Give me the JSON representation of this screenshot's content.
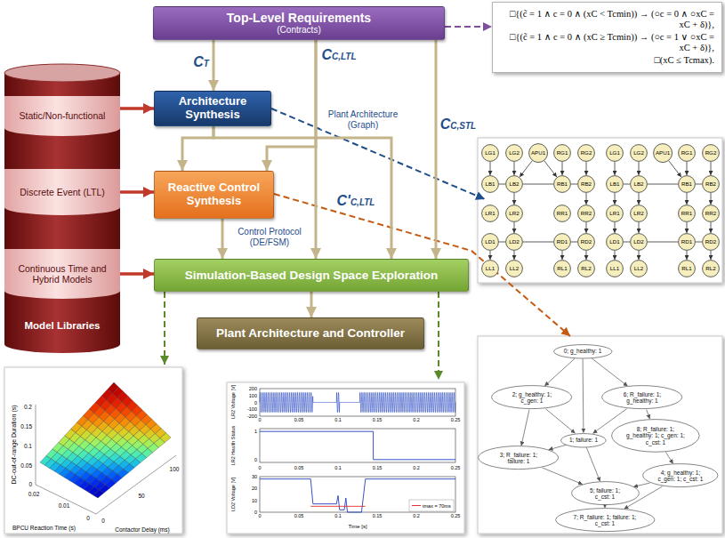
{
  "diagram": {
    "nodes": [
      {
        "text": [
          "Top-Level Requirements",
          "(Contracts)"
        ]
      },
      {
        "text": [
          "Architecture Synthesis"
        ]
      },
      {
        "text": [
          "Reactive Control Synthesis"
        ]
      },
      {
        "text": [
          "Simulation-Based Design Space Exploration"
        ]
      },
      {
        "text": [
          "Plant Architecture and Controller"
        ]
      },
      {
        "text": [
          "Static/Non-functional"
        ]
      },
      {
        "text": [
          "Discrete Event (LTL)"
        ]
      },
      {
        "text": [
          "Continuous Time and Hybrid Models"
        ]
      },
      {
        "text": [
          "Model Libraries"
        ]
      },
      {
        "text": [
          "□{(c̃ = 1 ∧ c = 0 ∧ (xC < Tcmin)) → (○c = 0 ∧ ○xC = xC + δ)},",
          "□{(c̃ = 1 ∧ c = 0 ∧ (xC ≥ Tcmin)) → (○c = 1 ∨ ○xC = xC + δ)},",
          "□(xC ≤ Tcmax)."
        ]
      },
      {
        "text": [
          "LG1"
        ]
      },
      {
        "text": [
          "LG2"
        ]
      },
      {
        "text": [
          "APU1"
        ]
      },
      {
        "text": [
          "RG1"
        ]
      },
      {
        "text": [
          "RG2"
        ]
      },
      {
        "text": [
          "LB1"
        ]
      },
      {
        "text": [
          "LB2"
        ]
      },
      {
        "text": [
          "RB1"
        ]
      },
      {
        "text": [
          "RB2"
        ]
      },
      {
        "text": [
          "LR1"
        ]
      },
      {
        "text": [
          "LR2"
        ]
      },
      {
        "text": [
          "RR1"
        ]
      },
      {
        "text": [
          "RR2"
        ]
      },
      {
        "text": [
          "LD1"
        ]
      },
      {
        "text": [
          "LD2"
        ]
      },
      {
        "text": [
          "RD1"
        ]
      },
      {
        "text": [
          "RD2"
        ]
      },
      {
        "text": [
          "LL1"
        ]
      },
      {
        "text": [
          "LL2"
        ]
      },
      {
        "text": [
          "RL1"
        ]
      },
      {
        "text": [
          "RL2"
        ]
      },
      {
        "text": [
          "LG1"
        ]
      },
      {
        "text": [
          "LG2"
        ]
      },
      {
        "text": [
          "APU1"
        ]
      },
      {
        "text": [
          "RG1"
        ]
      },
      {
        "text": [
          "RG2"
        ]
      },
      {
        "text": [
          "LB1"
        ]
      },
      {
        "text": [
          "LB2"
        ]
      },
      {
        "text": [
          "RB1"
        ]
      },
      {
        "text": [
          "RB2"
        ]
      },
      {
        "text": [
          "LR1"
        ]
      },
      {
        "text": [
          "LR2"
        ]
      },
      {
        "text": [
          "RR1"
        ]
      },
      {
        "text": [
          "RR2"
        ]
      },
      {
        "text": [
          "LD1"
        ]
      },
      {
        "text": [
          "LD2"
        ]
      },
      {
        "text": [
          "RD1"
        ]
      },
      {
        "text": [
          "RD2"
        ]
      },
      {
        "text": [
          "LL1"
        ]
      },
      {
        "text": [
          "LL2"
        ]
      },
      {
        "text": [
          "RL1"
        ]
      },
      {
        "text": [
          "RL2"
        ]
      },
      {
        "text": [
          "0; g_healthy: 1"
        ]
      },
      {
        "text": [
          "2; g_healthy: 1; c_gen: 1"
        ]
      },
      {
        "text": [
          "6; R_failure: 1; g_healthy: 1"
        ]
      },
      {
        "text": [
          "1; failure: 1"
        ]
      },
      {
        "text": [
          "8; R_failure: 1; g_healthy: 1; c_gen: 1; c_cst: 1"
        ]
      },
      {
        "text": [
          "3; R_failure: 1; failure: 1"
        ]
      },
      {
        "text": [
          "4; g_healthy: 1; c_gen: 1; c_cst: 1"
        ]
      },
      {
        "text": [
          "5; failure: 1; c_cst: 1"
        ]
      },
      {
        "text": [
          "7; R_failure: 1; failure: 1; c_cst: 1"
        ]
      }
    ],
    "edges": [
      {
        "from": 0,
        "to": 1,
        "label": "CT",
        "arrow": "to"
      },
      {
        "from": 0,
        "to": 2,
        "label": "CC,LTL",
        "arrow": "to"
      },
      {
        "from": 0,
        "to": 3,
        "arrow": "to"
      },
      {
        "from": 0,
        "to": 3,
        "label": "CC,STL",
        "arrow": "to"
      },
      {
        "from": 1,
        "to": 2,
        "arrow": "to"
      },
      {
        "from": 1,
        "to": 3,
        "label": "C'C,LTL",
        "arrow": "to"
      },
      {
        "from": 2,
        "to": 3,
        "label": "Control Protocol (DE/FSM)",
        "arrow": "to"
      },
      {
        "from": 3,
        "to": 4,
        "arrow": "to"
      },
      {
        "from": 0,
        "to": 9,
        "arrow": "to"
      },
      {
        "from": 5,
        "to": 1,
        "arrow": "to"
      },
      {
        "from": 6,
        "to": 2,
        "arrow": "to"
      },
      {
        "from": 7,
        "to": 3,
        "arrow": "to"
      },
      {
        "from": 10,
        "to": 15,
        "arrow": "to"
      },
      {
        "from": 11,
        "to": 16,
        "arrow": "to"
      },
      {
        "from": 12,
        "to": 16,
        "arrow": "to"
      },
      {
        "from": 12,
        "to": 17,
        "arrow": "to"
      },
      {
        "from": 13,
        "to": 17,
        "arrow": "to"
      },
      {
        "from": 14,
        "to": 18,
        "arrow": "to"
      },
      {
        "from": 15,
        "to": 16,
        "arrow": "none"
      },
      {
        "from": 16,
        "to": 17,
        "arrow": "none"
      },
      {
        "from": 17,
        "to": 18,
        "arrow": "none"
      },
      {
        "from": 16,
        "to": 20,
        "arrow": "to"
      },
      {
        "from": 18,
        "to": 22,
        "arrow": "to"
      },
      {
        "from": 20,
        "to": 24,
        "arrow": "to"
      },
      {
        "from": 22,
        "to": 26,
        "arrow": "to"
      },
      {
        "from": 23,
        "to": 24,
        "arrow": "none"
      },
      {
        "from": 24,
        "to": 25,
        "arrow": "none"
      },
      {
        "from": 25,
        "to": 26,
        "arrow": "none"
      },
      {
        "from": 23,
        "to": 27,
        "arrow": "to"
      },
      {
        "from": 24,
        "to": 28,
        "arrow": "to"
      },
      {
        "from": 25,
        "to": 29,
        "arrow": "to"
      },
      {
        "from": 26,
        "to": 30,
        "arrow": "to"
      },
      {
        "from": 31,
        "to": 36,
        "arrow": "to"
      },
      {
        "from": 32,
        "to": 37,
        "arrow": "to"
      },
      {
        "from": 33,
        "to": 38,
        "arrow": "to"
      },
      {
        "from": 34,
        "to": 38,
        "arrow": "to"
      },
      {
        "from": 35,
        "to": 39,
        "arrow": "to"
      },
      {
        "from": 36,
        "to": 37,
        "arrow": "none"
      },
      {
        "from": 37,
        "to": 38,
        "arrow": "none"
      },
      {
        "from": 38,
        "to": 39,
        "arrow": "none"
      },
      {
        "from": 36,
        "to": 40,
        "arrow": "to"
      },
      {
        "from": 37,
        "to": 41,
        "arrow": "to"
      },
      {
        "from": 38,
        "to": 42,
        "arrow": "to"
      },
      {
        "from": 39,
        "to": 43,
        "arrow": "to"
      },
      {
        "from": 40,
        "to": 44,
        "arrow": "to"
      },
      {
        "from": 41,
        "to": 45,
        "arrow": "to"
      },
      {
        "from": 42,
        "to": 46,
        "arrow": "to"
      },
      {
        "from": 43,
        "to": 47,
        "arrow": "to"
      },
      {
        "from": 44,
        "to": 45,
        "arrow": "none"
      },
      {
        "from": 45,
        "to": 46,
        "arrow": "none"
      },
      {
        "from": 46,
        "to": 47,
        "arrow": "none"
      },
      {
        "from": 44,
        "to": 48,
        "arrow": "to"
      },
      {
        "from": 45,
        "to": 49,
        "arrow": "to"
      },
      {
        "from": 46,
        "to": 50,
        "arrow": "to"
      },
      {
        "from": 47,
        "to": 51,
        "arrow": "to"
      },
      {
        "from": 52,
        "to": 53,
        "arrow": "to"
      },
      {
        "from": 52,
        "to": 54,
        "arrow": "to"
      },
      {
        "from": 52,
        "to": 55,
        "arrow": "to"
      },
      {
        "from": 53,
        "to": 55,
        "arrow": "to"
      },
      {
        "from": 53,
        "to": 57,
        "arrow": "to"
      },
      {
        "from": 54,
        "to": 55,
        "arrow": "to"
      },
      {
        "from": 54,
        "to": 56,
        "arrow": "to"
      },
      {
        "from": 55,
        "to": 57,
        "arrow": "to"
      },
      {
        "from": 55,
        "to": 59,
        "arrow": "to"
      },
      {
        "from": 56,
        "to": 58,
        "arrow": "to"
      },
      {
        "from": 57,
        "to": 59,
        "arrow": "to"
      },
      {
        "from": 58,
        "to": 59,
        "arrow": "to"
      },
      {
        "from": 58,
        "to": 60,
        "arrow": "to"
      },
      {
        "from": 59,
        "to": 60,
        "arrow": "to"
      }
    ],
    "labels": [
      "Plant Architecture (Graph)",
      "DC-out-of-range Duration (s)",
      "0.2",
      "0.15",
      "0.1",
      "0.05",
      "0",
      "0.02",
      "0.01",
      "0",
      "BPCU Reaction Time (s)",
      "0",
      "50",
      "100",
      "Contactor Delay (ms)",
      "LR2 Voltage [V]",
      "200",
      "100",
      "0",
      "-100",
      "-200",
      "0",
      "0.05",
      "0.1",
      "0.15",
      "0.2",
      "0.25",
      "LR2 Health Status",
      "1",
      "0",
      "0",
      "0.05",
      "0.1",
      "0.15",
      "0.2",
      "0.25",
      "LD2 Voltage [V]",
      "30",
      "20",
      "10",
      "0",
      "0",
      "0.05",
      "0.1",
      "0.15",
      "0.2",
      "0.25",
      "Time [s]"
    ],
    "legend": [
      {
        "text": "tmax = 70ms"
      }
    ]
  }
}
